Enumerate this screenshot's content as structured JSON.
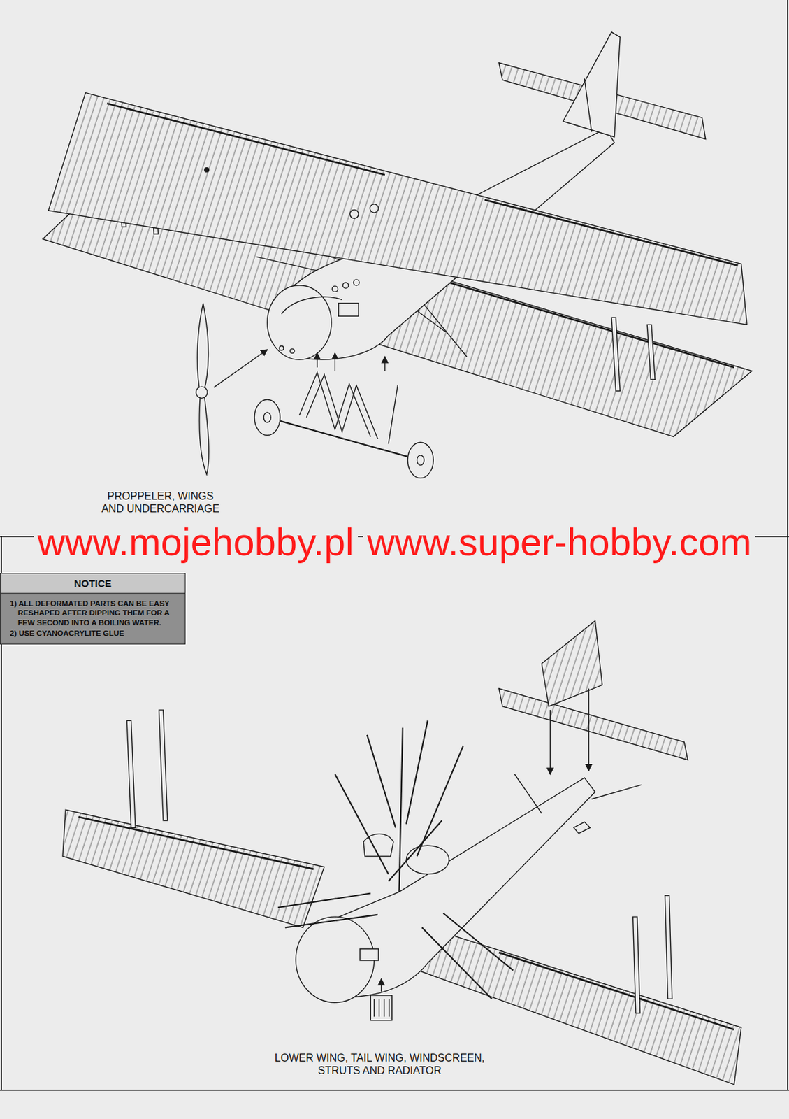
{
  "diagram": {
    "nodes": [
      {
        "text": [
          "NOTICE",
          "1) ALL DEFORMATED PARTS CAN BE EASY RESHAPED AFTER DIPPING THEM FOR A FEW SECOND INTO A BOILING WATER.",
          "2) USE CYANOACRYLITE GLUE"
        ]
      }
    ],
    "labels": [
      "PROPPELER, WINGS AND UNDERCARRIAGE",
      "www.mojehobby.pl",
      "www.super-hobby.com",
      "LOWER WING, TAIL WING, WINDSCREEN, STRUTS AND RADIATOR"
    ]
  }
}
